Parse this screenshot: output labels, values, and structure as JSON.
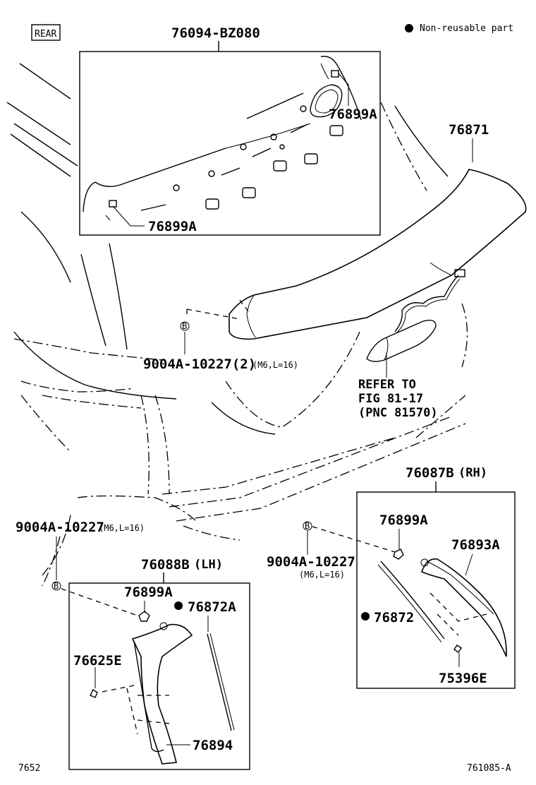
{
  "view_label": "REAR",
  "legend": {
    "symbol": "●",
    "text": "Non-reusable part"
  },
  "bolt_marker": "B",
  "parts": {
    "p76094": "76094-BZ080",
    "p76899A_top_right": "76899A",
    "p76899A_top_left": "76899A",
    "p76871": "76871",
    "bolt_top": "9004A-10227(2)",
    "bolt_top_spec": "(M6,L=16)",
    "refer_line1": "REFER TO",
    "refer_line2": "FIG 81-17",
    "refer_line3": "(PNC 81570)",
    "p76087B": "76087B",
    "p76087B_side": "(RH)",
    "bolt_left": "9004A-10227",
    "bolt_left_spec": "(M6,L=16)",
    "bolt_mid": "9004A-10227",
    "bolt_mid_spec": "(M6,L=16)",
    "p76899A_rh": "76899A",
    "p76893A": "76893A",
    "p76872": "76872",
    "p75396E": "75396E",
    "p76088B": "76088B",
    "p76088B_side": "(LH)",
    "p76899A_lh": "76899A",
    "p76872A": "76872A",
    "p76625E": "76625E",
    "p76894": "76894"
  },
  "footer": {
    "left_code": "7652",
    "right_code": "761085-A"
  }
}
